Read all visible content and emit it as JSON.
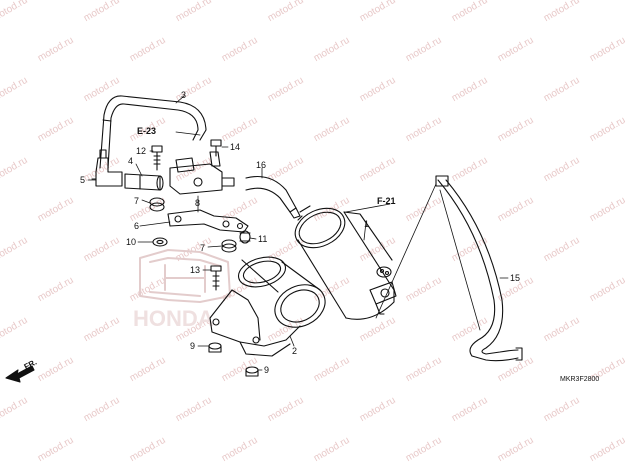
{
  "watermark": "motod.ru",
  "brand_logo": "HONDA",
  "diagram_code": "MKR3F2800",
  "direction_label": "FR.",
  "references": {
    "e23": "E-23",
    "f21": "F-21"
  },
  "labels": [
    "1",
    "2",
    "3",
    "4",
    "5",
    "6",
    "7",
    "7",
    "8",
    "9",
    "9",
    "10",
    "11",
    "12",
    "13",
    "14",
    "15",
    "16"
  ],
  "colors": {
    "line": "#111111",
    "watermark": "#e8c9c9",
    "logo": "#ead8d8"
  }
}
